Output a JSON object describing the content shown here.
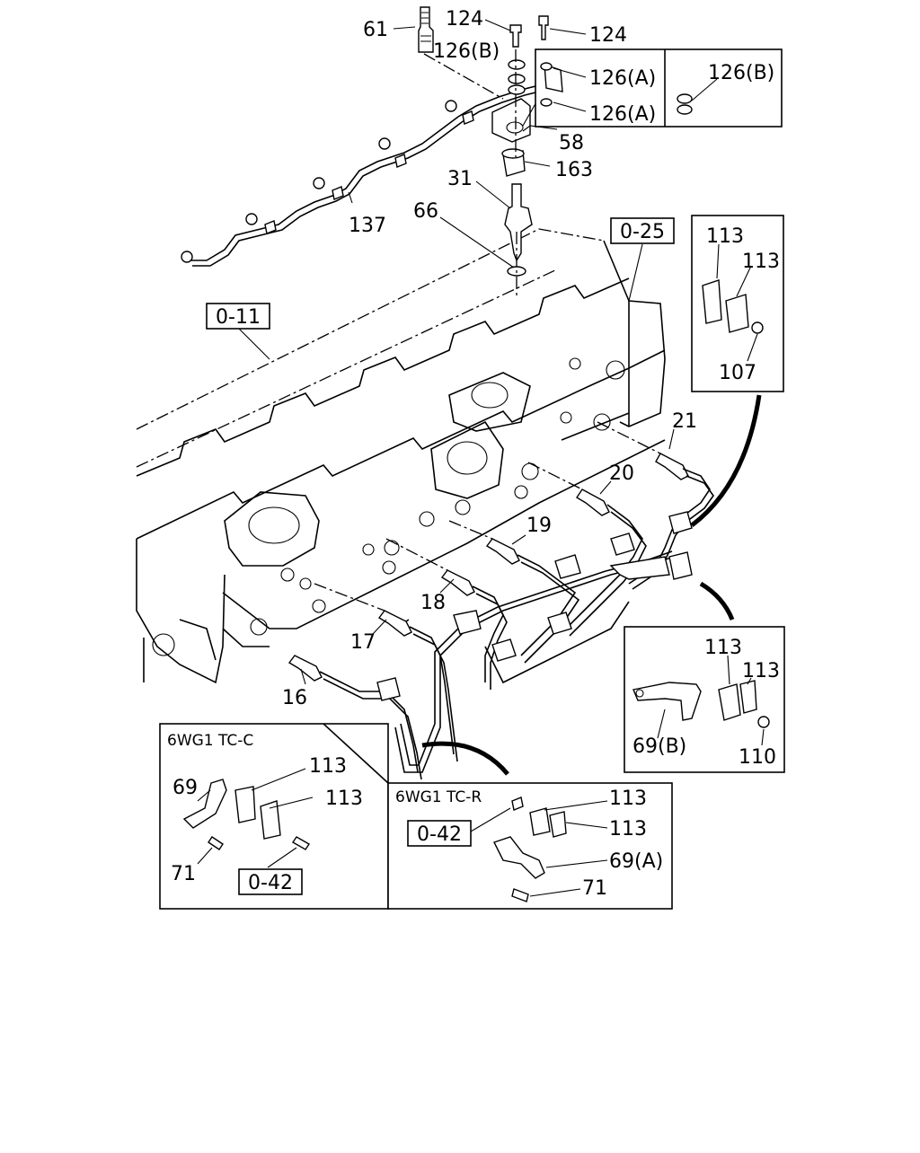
{
  "callouts": {
    "c61": "61",
    "c124a": "124",
    "c124b": "124",
    "c126b_top": "126(B)",
    "c126a_1": "126(A)",
    "c126a_2": "126(A)",
    "c126b_inset": "126(B)",
    "c58": "58",
    "c163": "163",
    "c31": "31",
    "c66": "66",
    "c137": "137",
    "c21": "21",
    "c20": "20",
    "c19": "19",
    "c18": "18",
    "c17": "17",
    "c16": "16",
    "c113_tr1": "113",
    "c113_tr2": "113",
    "c107": "107",
    "c113_mr1": "113",
    "c113_mr2": "113",
    "c69b": "69(B)",
    "c110": "110",
    "c69": "69",
    "c113_bl1": "113",
    "c113_bl2": "113",
    "c71_bl": "71",
    "c113_br1": "113",
    "c113_br2": "113",
    "c69a": "69(A)",
    "c71_br": "71"
  },
  "references": {
    "ref_011": "0-11",
    "ref_025": "0-25",
    "ref_042_left": "0-42",
    "ref_042_right": "0-42"
  },
  "variants": {
    "tc_c": "6WG1 TC-C",
    "tc_r": "6WG1 TC-R"
  }
}
